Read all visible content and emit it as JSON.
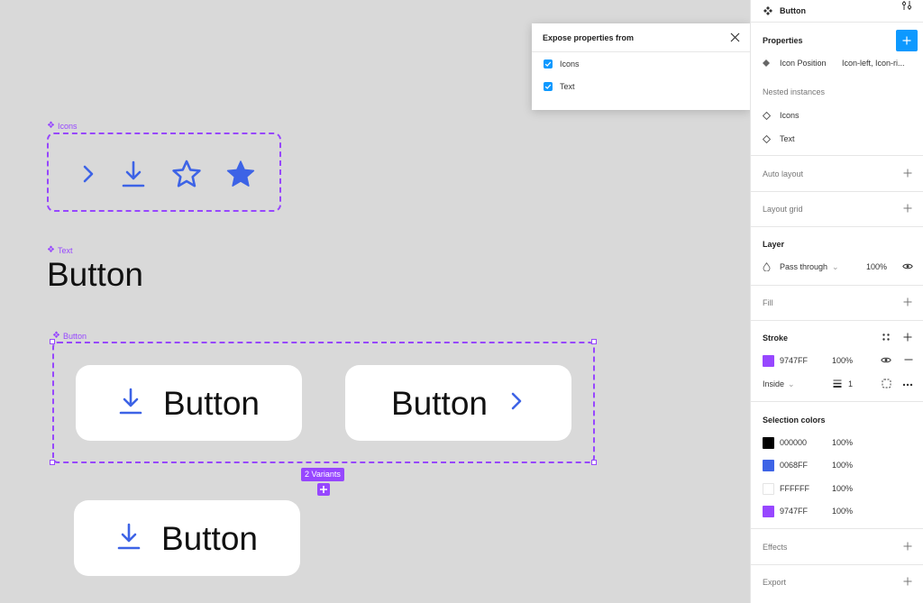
{
  "canvas": {
    "icons_label": "Icons",
    "text_label": "Text",
    "text_sample": "Button",
    "button_label": "Button",
    "variant_a_label": "Button",
    "variant_b_label": "Button",
    "instance_label": "Button",
    "variants_badge": "2 Variants",
    "accent_color": "#9747FF",
    "icon_color": "#3D63E6"
  },
  "popover": {
    "title": "Expose properties from",
    "options": [
      {
        "label": "Icons",
        "checked": true
      },
      {
        "label": "Text",
        "checked": true
      }
    ]
  },
  "panel": {
    "component_name": "Button",
    "properties": {
      "title": "Properties",
      "icon_position_label": "Icon Position",
      "icon_position_value": "Icon-left, Icon-ri..."
    },
    "nested_instances": {
      "title": "Nested instances",
      "items": [
        "Icons",
        "Text"
      ]
    },
    "auto_layout": "Auto layout",
    "layout_grid": "Layout grid",
    "layer": {
      "title": "Layer",
      "blend": "Pass through",
      "opacity": "100%"
    },
    "fill": "Fill",
    "stroke": {
      "title": "Stroke",
      "color": "9747FF",
      "color_hex": "#9747FF",
      "opacity": "100%",
      "position": "Inside",
      "weight": "1"
    },
    "selection_colors": {
      "title": "Selection colors",
      "items": [
        {
          "hex": "000000",
          "swatch": "#000000",
          "opacity": "100%"
        },
        {
          "hex": "0068FF",
          "swatch": "#3D63E6",
          "opacity": "100%"
        },
        {
          "hex": "FFFFFF",
          "swatch": "#FFFFFF",
          "opacity": "100%"
        },
        {
          "hex": "9747FF",
          "swatch": "#9747FF",
          "opacity": "100%"
        }
      ]
    },
    "effects": "Effects",
    "export": "Export"
  }
}
